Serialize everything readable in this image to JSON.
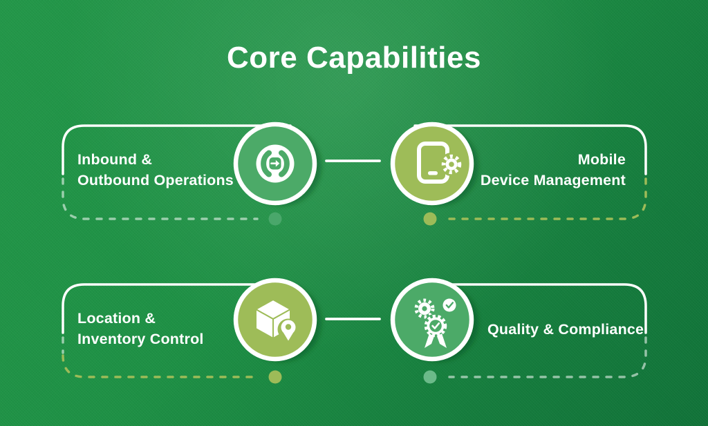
{
  "title": "Core Capabilities",
  "cards": [
    {
      "id": "inbound-outbound",
      "lines": [
        "Inbound &",
        "Outbound Operations"
      ],
      "icon": "transfer-arrows-icon",
      "badge_color_name": "green"
    },
    {
      "id": "mobile-device",
      "lines": [
        "Mobile",
        "Device Management"
      ],
      "icon": "smartphone-gear-icon",
      "badge_color_name": "lime"
    },
    {
      "id": "location-inventory",
      "lines": [
        "Location &",
        "Inventory Control"
      ],
      "icon": "cube-location-pin-icon",
      "badge_color_name": "lime"
    },
    {
      "id": "quality-compliance",
      "lines": [
        "Quality & Compliance"
      ],
      "icon": "gear-award-check-icon",
      "badge_color_name": "green"
    }
  ],
  "colors": {
    "white": "#ffffff",
    "green_badge": "#4caa68",
    "lime_badge": "#9ebc58",
    "light_dash": "rgba(255,255,255,0.55)",
    "lime_dash": "#9dbb58",
    "green_dot": "#4aa76b",
    "lime_dot": "#9dbb58",
    "light_dot": "rgba(122,196,150,0.85)",
    "badge_shadow": "rgba(10,70,32,0.38)",
    "bg_light": "#239749",
    "bg_dark": "#117339"
  }
}
